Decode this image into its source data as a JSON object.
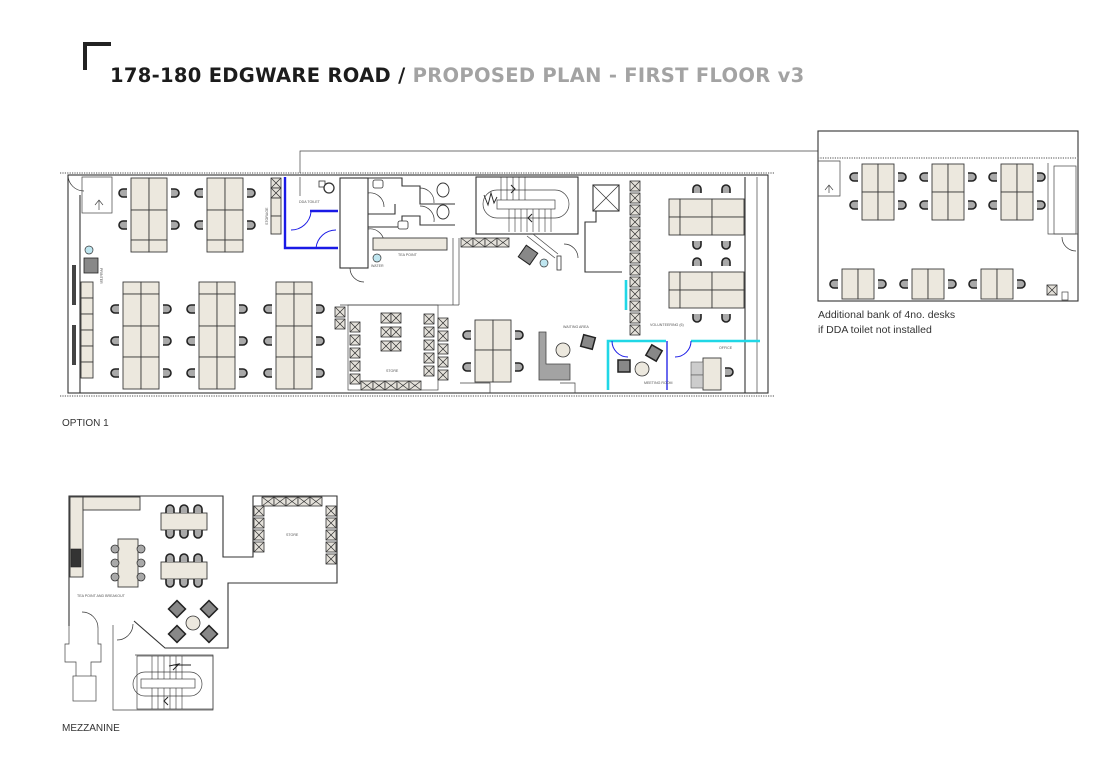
{
  "header": {
    "title_primary": "178-180 EDGWARE ROAD",
    "title_separator": " / ",
    "title_secondary": "PROPOSED PLAN - FIRST FLOOR v3"
  },
  "plans": {
    "option1": {
      "caption": "OPTION 1",
      "room_labels": {
        "dda_toilet": "DDA TOILET",
        "tea_point": "TEA POINT",
        "water": "WATER",
        "store": "STORE",
        "waiting_area": "WAITING AREA",
        "meeting_room": "MEETING ROOM",
        "volunteering": "VOLUNTEERING (6)",
        "office": "OFFICE",
        "printer": "PRINTER",
        "storage": "STORAGE"
      }
    },
    "alternative": {
      "note_line1": "Additional bank of 4no. desks",
      "note_line2": "if DDA toilet not installed"
    },
    "mezzanine": {
      "caption": "MEZZANINE",
      "room_labels": {
        "tea_point_breakout": "TEA POINT AND BREAKOUT",
        "store": "STORE"
      }
    }
  },
  "colors": {
    "title_primary": "#1c1c1c",
    "title_secondary": "#a3a3a3",
    "desk_fill": "#ece8de",
    "dda_wall": "#1a1ae6",
    "glass_partition": "#20d7e6"
  }
}
